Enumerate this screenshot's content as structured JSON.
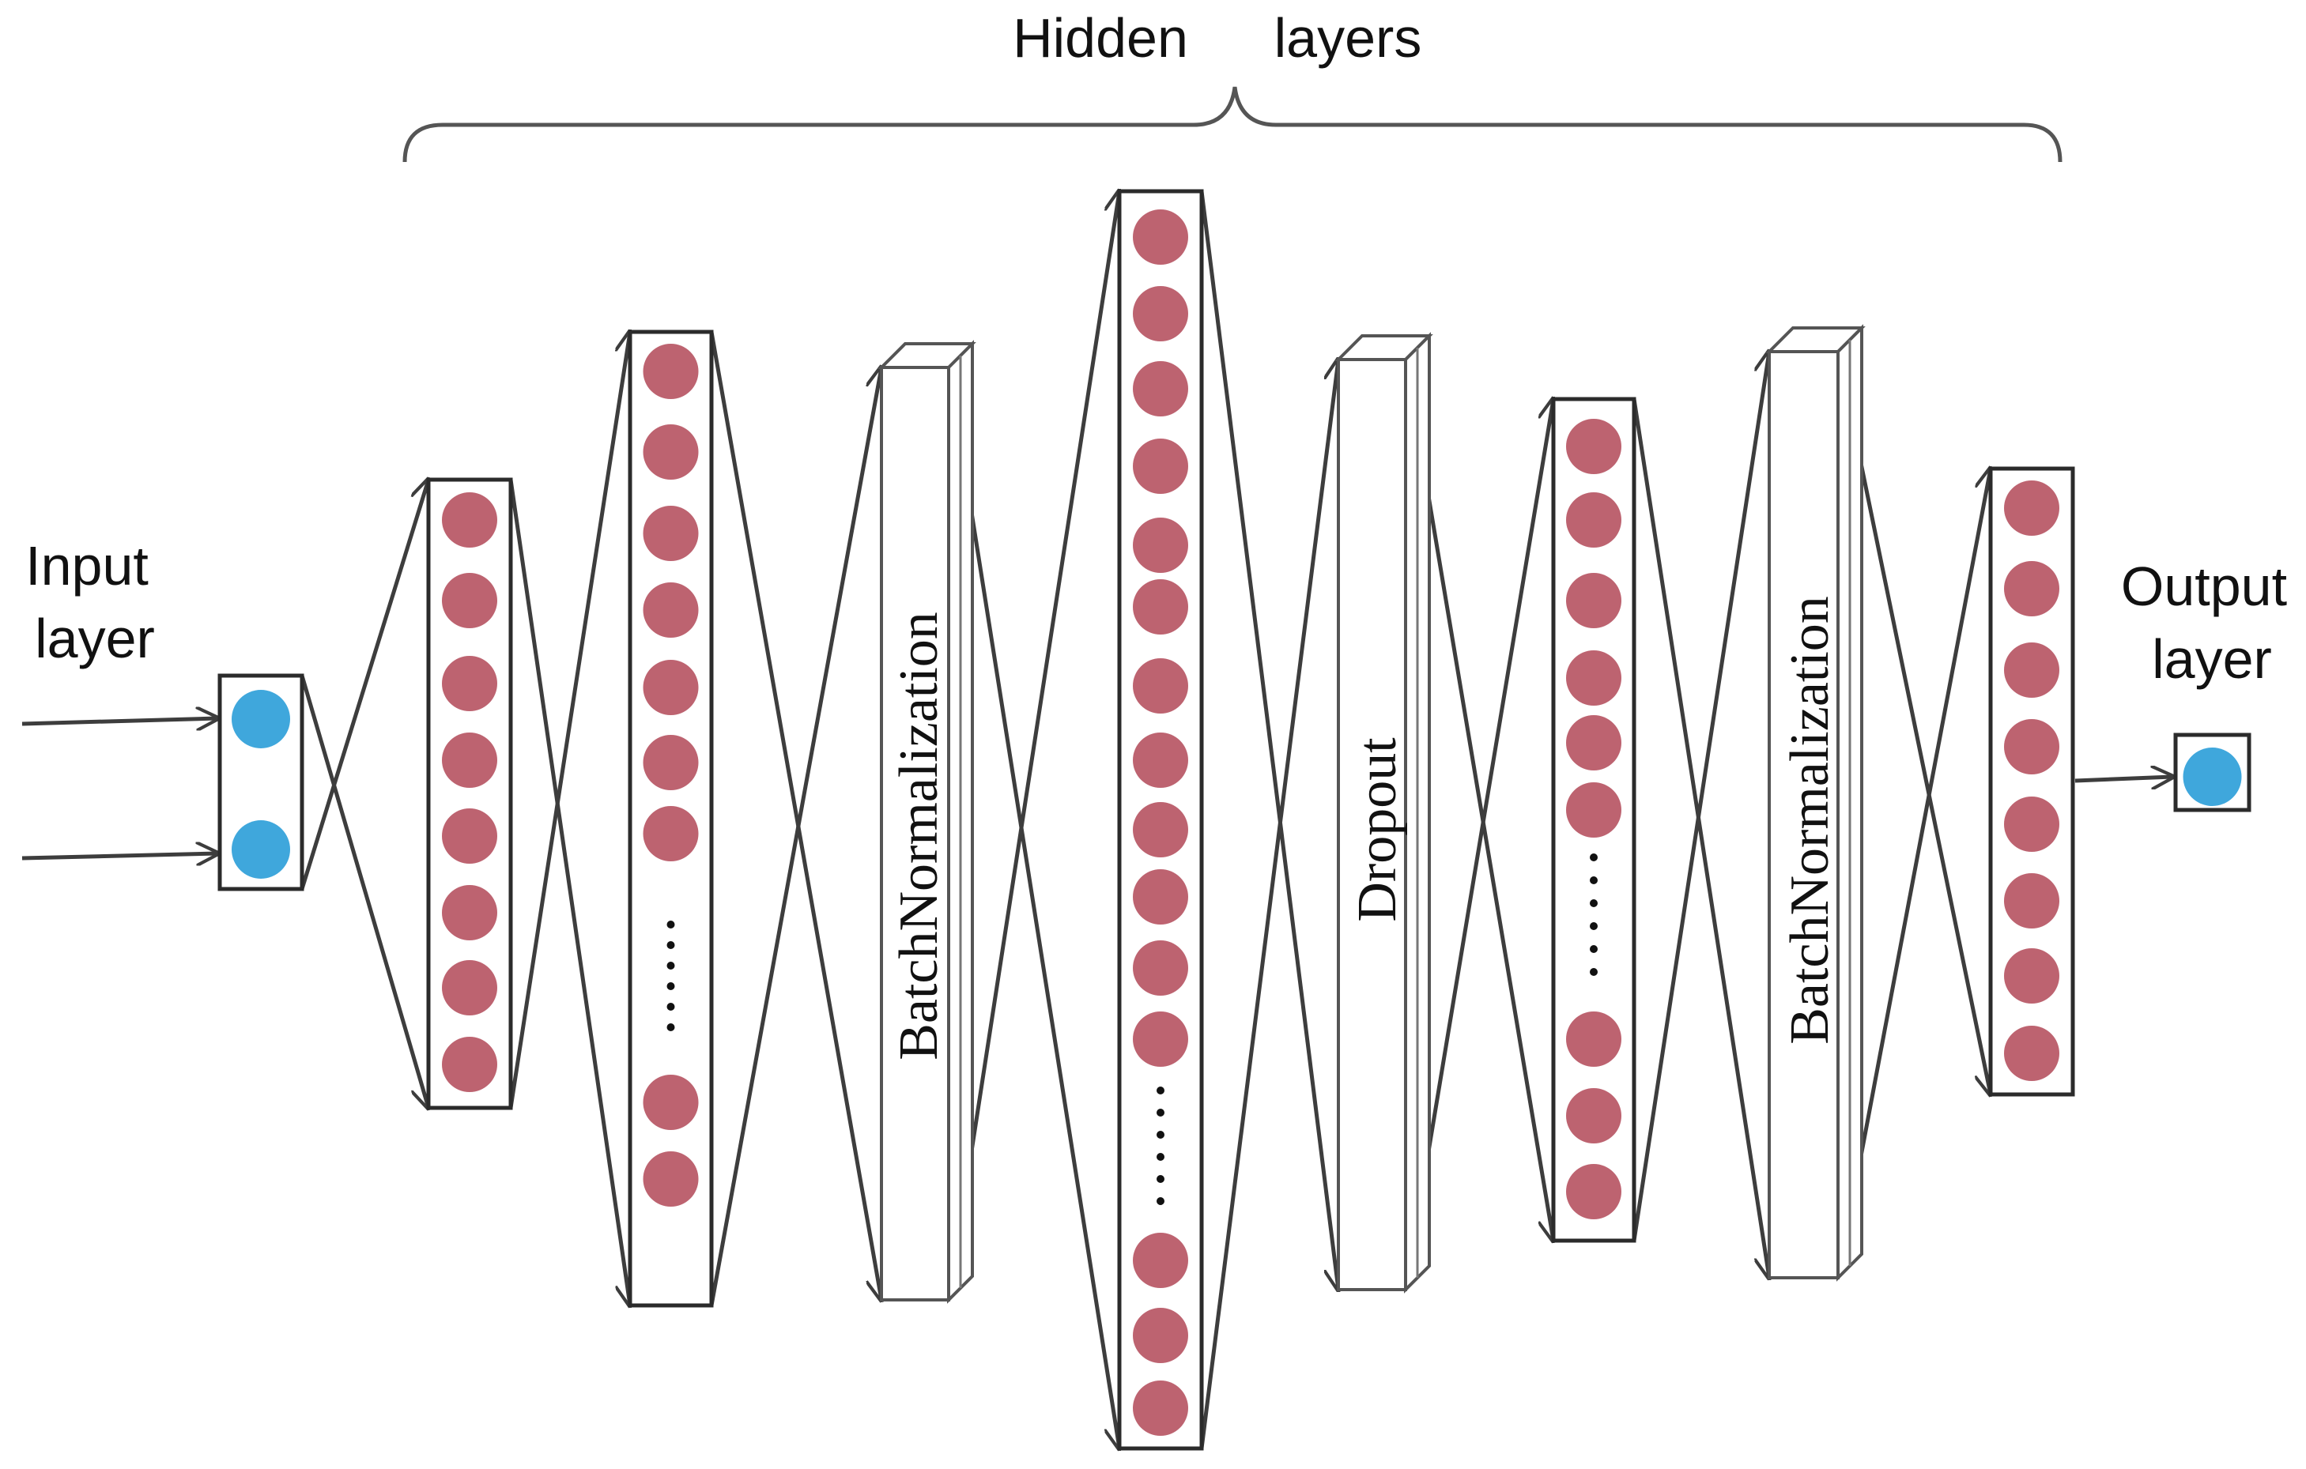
{
  "labels": {
    "hidden_word_1": "Hidden",
    "hidden_word_2": "layers",
    "input_line_1": "Input",
    "input_line_2": "layer",
    "output_line_1": "Output",
    "output_line_2": "layer",
    "batchnorm_1": "BatchNormalization",
    "dropout": "Dropout",
    "batchnorm_2": "BatchNormalization"
  },
  "colors": {
    "hidden_neuron": "#bd6370",
    "io_neuron": "#3fa7dc",
    "stroke": "#3d3d3d"
  },
  "layers": [
    {
      "id": "input",
      "type": "dense",
      "color": "io",
      "nodes": 2,
      "ellipsis": false
    },
    {
      "id": "hidden-1",
      "type": "dense",
      "color": "hidden",
      "nodes": 8,
      "ellipsis": false
    },
    {
      "id": "hidden-2",
      "type": "dense",
      "color": "hidden",
      "nodes": 9,
      "ellipsis": true
    },
    {
      "id": "batchnorm-1",
      "type": "operation",
      "label_key": "batchnorm_1"
    },
    {
      "id": "hidden-3",
      "type": "dense",
      "color": "hidden",
      "nodes": 15,
      "ellipsis": true
    },
    {
      "id": "dropout",
      "type": "operation",
      "label_key": "dropout"
    },
    {
      "id": "hidden-4",
      "type": "dense",
      "color": "hidden",
      "nodes": 9,
      "ellipsis": true
    },
    {
      "id": "batchnorm-2",
      "type": "operation",
      "label_key": "batchnorm_2"
    },
    {
      "id": "hidden-5",
      "type": "dense",
      "color": "hidden",
      "nodes": 8,
      "ellipsis": false
    },
    {
      "id": "output",
      "type": "dense",
      "color": "io",
      "nodes": 1,
      "ellipsis": false
    }
  ]
}
